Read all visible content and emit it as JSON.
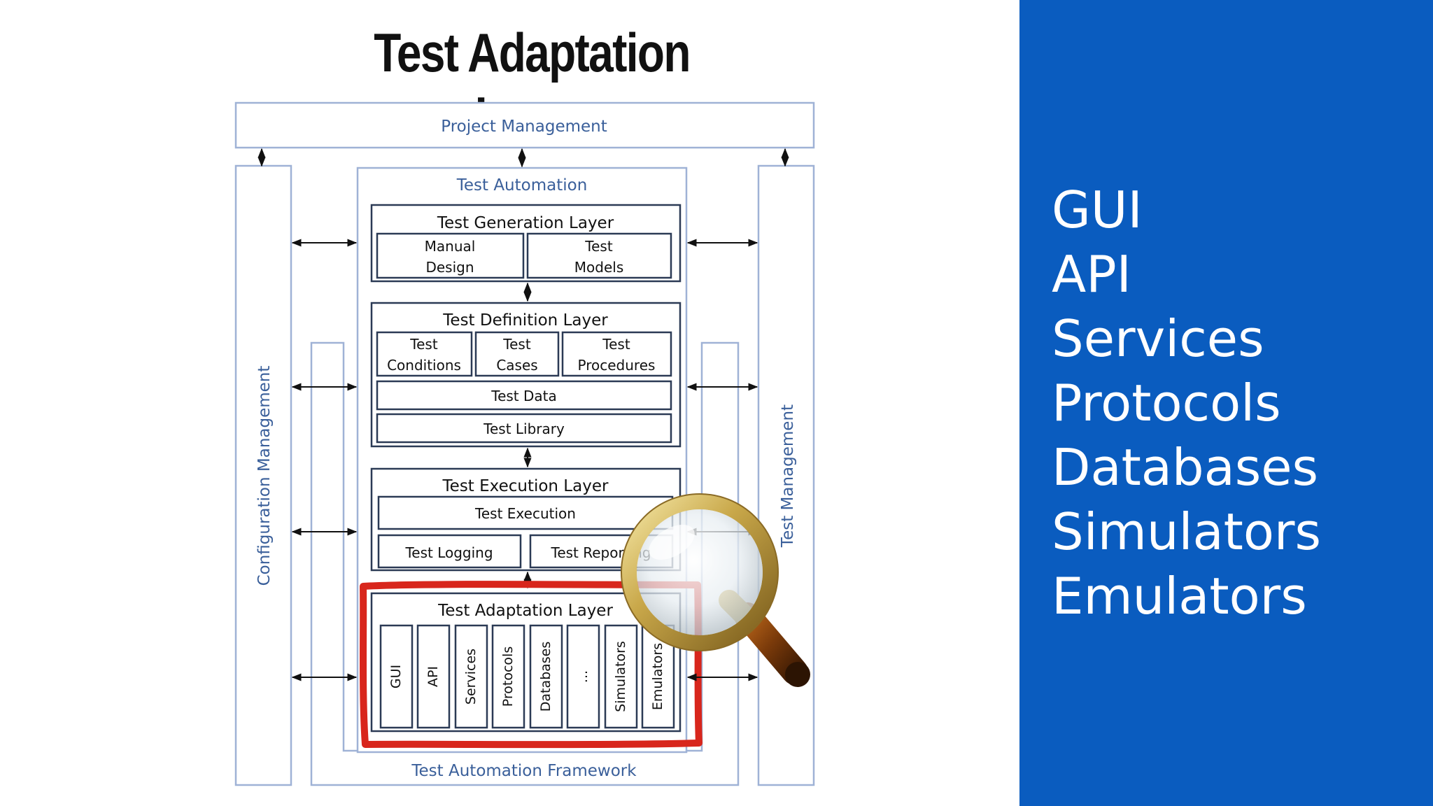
{
  "slide": {
    "title": "Test Adaptation Layer"
  },
  "diagram": {
    "project_management": "Project Management",
    "configuration_management": "Configuration Management",
    "test_management": "Test Management",
    "test_automation": "Test Automation",
    "framework": "Test Automation Framework",
    "generation_layer": {
      "title": "Test Generation Layer",
      "items": [
        [
          "Manual",
          "Design"
        ],
        [
          "Test",
          "Models"
        ]
      ]
    },
    "definition_layer": {
      "title": "Test Definition Layer",
      "items": [
        [
          "Test",
          "Conditions"
        ],
        [
          "Test",
          "Cases"
        ],
        [
          "Test",
          "Procedures"
        ]
      ],
      "data": "Test Data",
      "library": "Test Library"
    },
    "execution_layer": {
      "title": "Test Execution Layer",
      "execution": "Test Execution",
      "logging": "Test Logging",
      "reporting": "Test Reporting"
    },
    "adaptation_layer": {
      "title": "Test Adaptation Layer",
      "items": [
        "GUI",
        "API",
        "Services",
        "Protocols",
        "Databases",
        "...",
        "Simulators",
        "Emulators"
      ]
    },
    "colors": {
      "outer_border": "#9fb2d6",
      "outer_text": "#3a5f9a",
      "inner_border": "#2b3a55",
      "highlight": "#d8261c",
      "panel": "#0a5cbf"
    },
    "overlay_icon": "magnifying-glass-icon"
  },
  "sidebar": {
    "items": [
      "GUI",
      "API",
      "Services",
      "Protocols",
      "Databases",
      "Simulators",
      "Emulators"
    ]
  }
}
